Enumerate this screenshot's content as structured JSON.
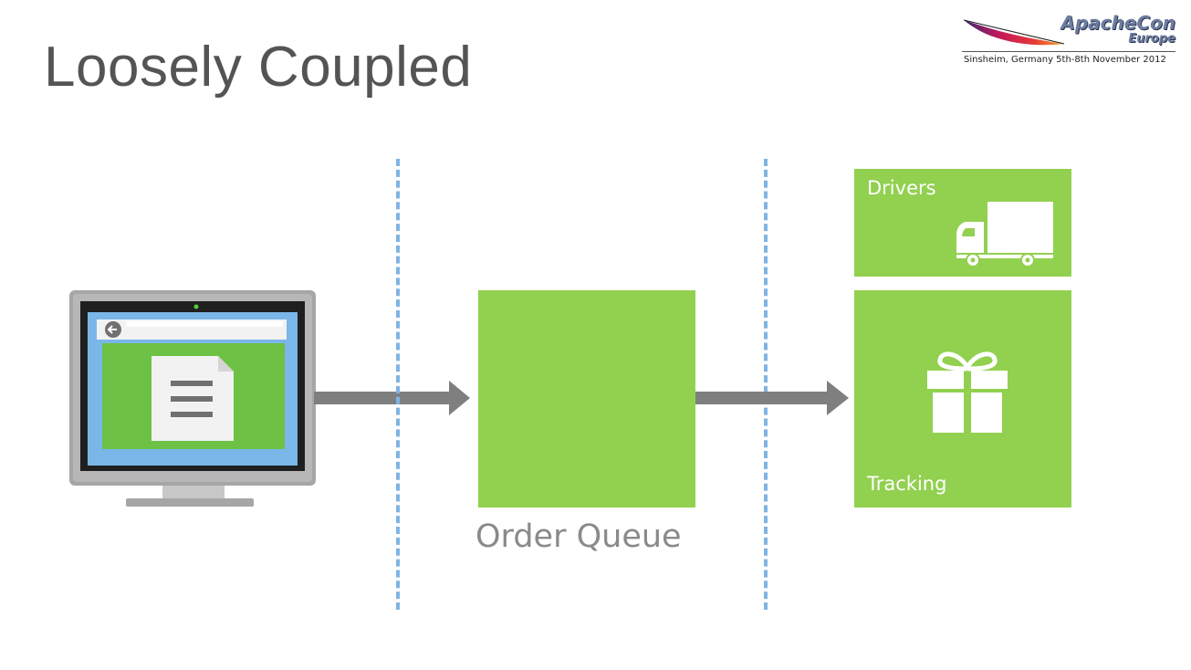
{
  "title": "Loosely Coupled",
  "logo": {
    "brand_line1": "ApacheCon",
    "brand_line2": "Europe",
    "tagline": "Sinsheim, Germany 5th-8th November 2012"
  },
  "queue": {
    "label": "Order Queue"
  },
  "services": [
    {
      "label": "Drivers",
      "icon": "truck-icon"
    },
    {
      "label": "Tracking",
      "icon": "gift-icon"
    }
  ],
  "colors": {
    "tile": "#92d050",
    "divider": "#7fb4e3",
    "arrow": "#7f7f7f",
    "title": "#545454"
  }
}
